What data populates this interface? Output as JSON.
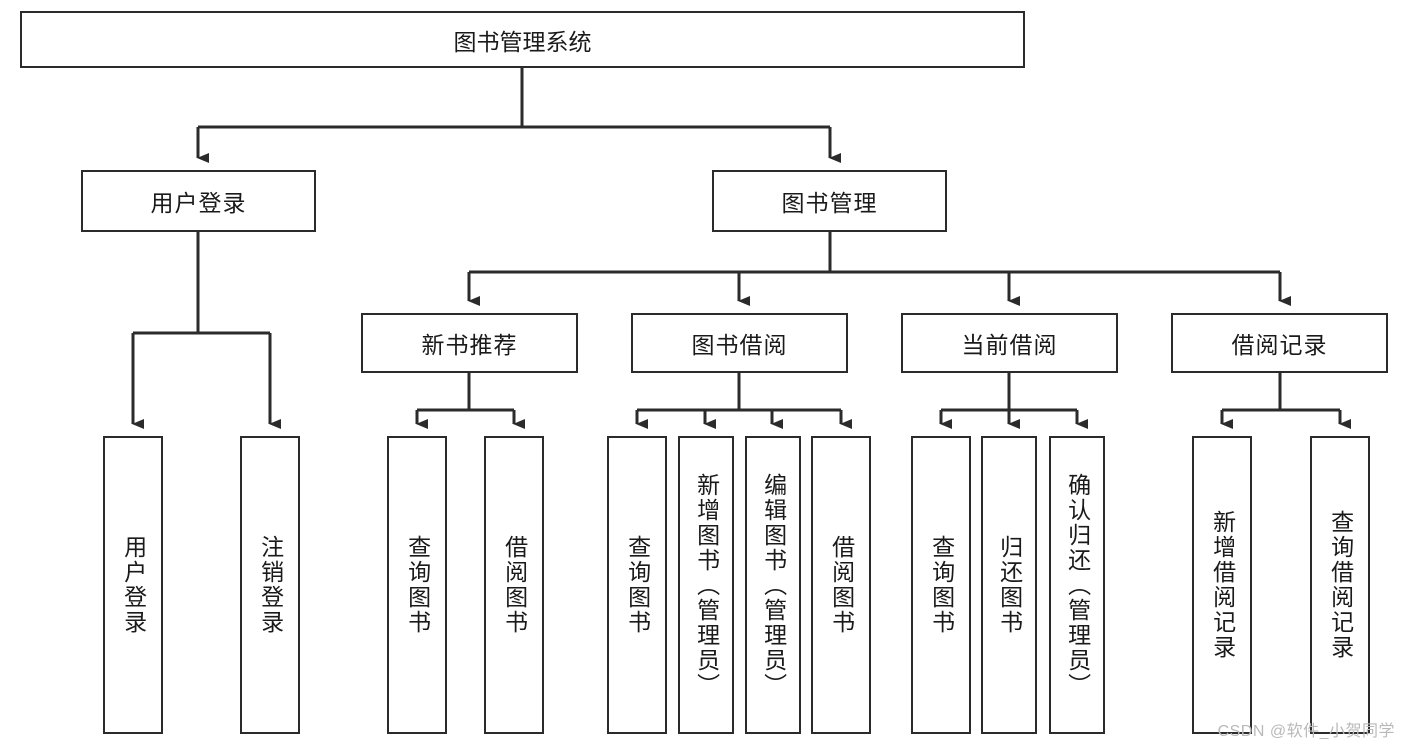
{
  "diagram": {
    "title": "图书管理系统",
    "type": "tree-hierarchy-functional-decomposition",
    "root": {
      "label": "图书管理系统"
    },
    "level2": [
      {
        "label": "用户登录"
      },
      {
        "label": "图书管理"
      }
    ],
    "level3": [
      {
        "label": "新书推荐"
      },
      {
        "label": "图书借阅"
      },
      {
        "label": "当前借阅"
      },
      {
        "label": "借阅记录"
      }
    ],
    "leaves": {
      "user_login": [
        {
          "label": "用户登录"
        },
        {
          "label": "注销登录"
        }
      ],
      "new_book": [
        {
          "label": "查询图书"
        },
        {
          "label": "借阅图书"
        }
      ],
      "book_borrow": [
        {
          "label": "查询图书"
        },
        {
          "label": "新增图书（管理员）"
        },
        {
          "label": "编辑图书（管理员）"
        },
        {
          "label": "借阅图书"
        }
      ],
      "current_borrow": [
        {
          "label": "查询图书"
        },
        {
          "label": "归还图书"
        },
        {
          "label": "确认归还（管理员）"
        }
      ],
      "borrow_record": [
        {
          "label": "新增借阅记录"
        },
        {
          "label": "查询借阅记录"
        }
      ]
    }
  },
  "watermark": {
    "text": "CSDN @软件_小贺同学"
  },
  "colors": {
    "border": "#2b2b2b",
    "fill": "#ffffff",
    "text": "#1a1a1a",
    "connector": "#2b2b2b",
    "watermark": "#b9b9b9"
  }
}
